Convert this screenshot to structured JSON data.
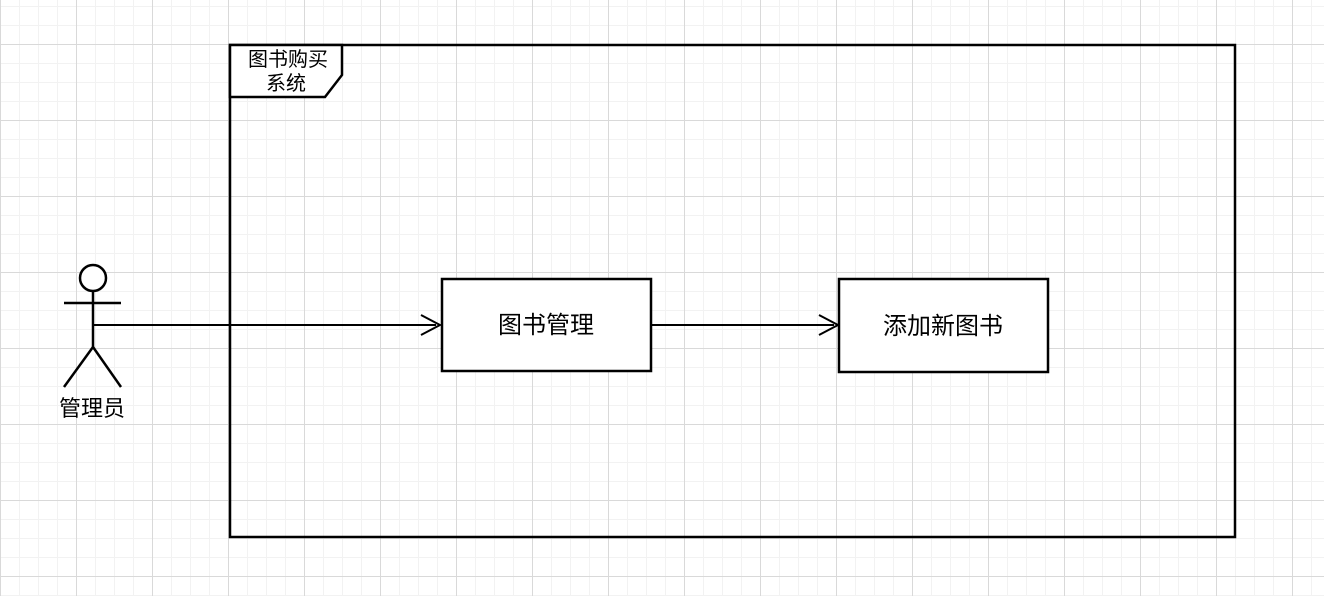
{
  "diagram": {
    "type": "use-case-diagram",
    "system_frame": {
      "label": "图书购买系统",
      "label_lines": [
        "图书购买",
        "系统"
      ]
    },
    "actor": {
      "label": "管理员"
    },
    "usecases": [
      {
        "label": "图书管理"
      },
      {
        "label": "添加新图书"
      }
    ],
    "connectors": [
      {
        "from": "管理员",
        "to": "图书管理",
        "arrow": "open"
      },
      {
        "from": "图书管理",
        "to": "添加新图书",
        "arrow": "open"
      }
    ],
    "colors": {
      "stroke": "#000000",
      "shape_fill": "#ffffff",
      "canvas_background": "#ffffff",
      "grid_minor": "#f2f2f2",
      "grid_major": "#d9d9d9"
    }
  }
}
